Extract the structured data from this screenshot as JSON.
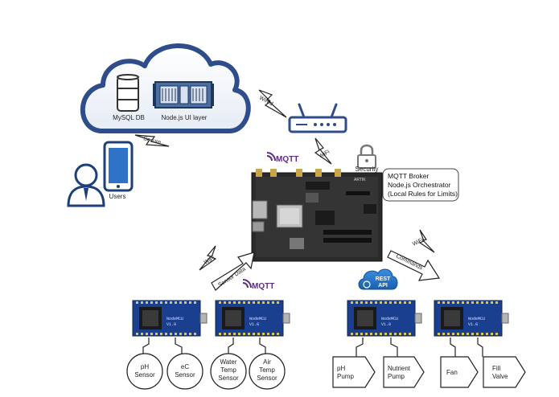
{
  "cloud": {
    "mysql_label": "MySQL DB",
    "nodejs_label": "Node.js UI layer"
  },
  "connections": {
    "wired_label": "Wired",
    "secure_label": "Secure",
    "wifi_router_label": "WiFi",
    "wifi_sensor_label": "WiFi",
    "wifi_actuator_label": "WiFi",
    "sensor_data_label": "Sensor Data",
    "commands_label": "Commands"
  },
  "users": {
    "label": "Users"
  },
  "security": {
    "label": "Security"
  },
  "mqtt": {
    "logo_top": "MQTT",
    "logo_bottom": "MQTT"
  },
  "broker_note": {
    "line1": "MQTT Broker",
    "line2": "Node.js Orchestrator",
    "line3": "(Local Rules for Limits)"
  },
  "rest_api": {
    "line1": "REST",
    "line2": "API"
  },
  "board": {
    "brand": "ARTIK"
  },
  "nodemcu": {
    "name": "NodeMCU",
    "version": "V1.0",
    "boards": [
      "nodemcu-sensors-1",
      "nodemcu-sensors-2",
      "nodemcu-actuators-1",
      "nodemcu-actuators-2"
    ]
  },
  "sensors": [
    {
      "line1": "pH",
      "line2": "Sensor"
    },
    {
      "line1": "eC",
      "line2": "Sensor"
    },
    {
      "line1": "Water",
      "line2": "Temp",
      "line3": "Sensor"
    },
    {
      "line1": "Air",
      "line2": "Temp",
      "line3": "Sensor"
    }
  ],
  "actuators": [
    {
      "line1": "pH",
      "line2": "Pump"
    },
    {
      "line1": "Nutrient",
      "line2": "Pump"
    },
    {
      "line1": "Fan"
    },
    {
      "line1": "Fill",
      "line2": "Valve"
    }
  ],
  "colors": {
    "cloud_stroke": "#2e4d8a",
    "board_pcb": "#2a2a2a",
    "nodemcu_blue": "#1b3f8f",
    "rest_blue": "#1f6fc4",
    "mqtt_purple": "#5b2d82"
  }
}
